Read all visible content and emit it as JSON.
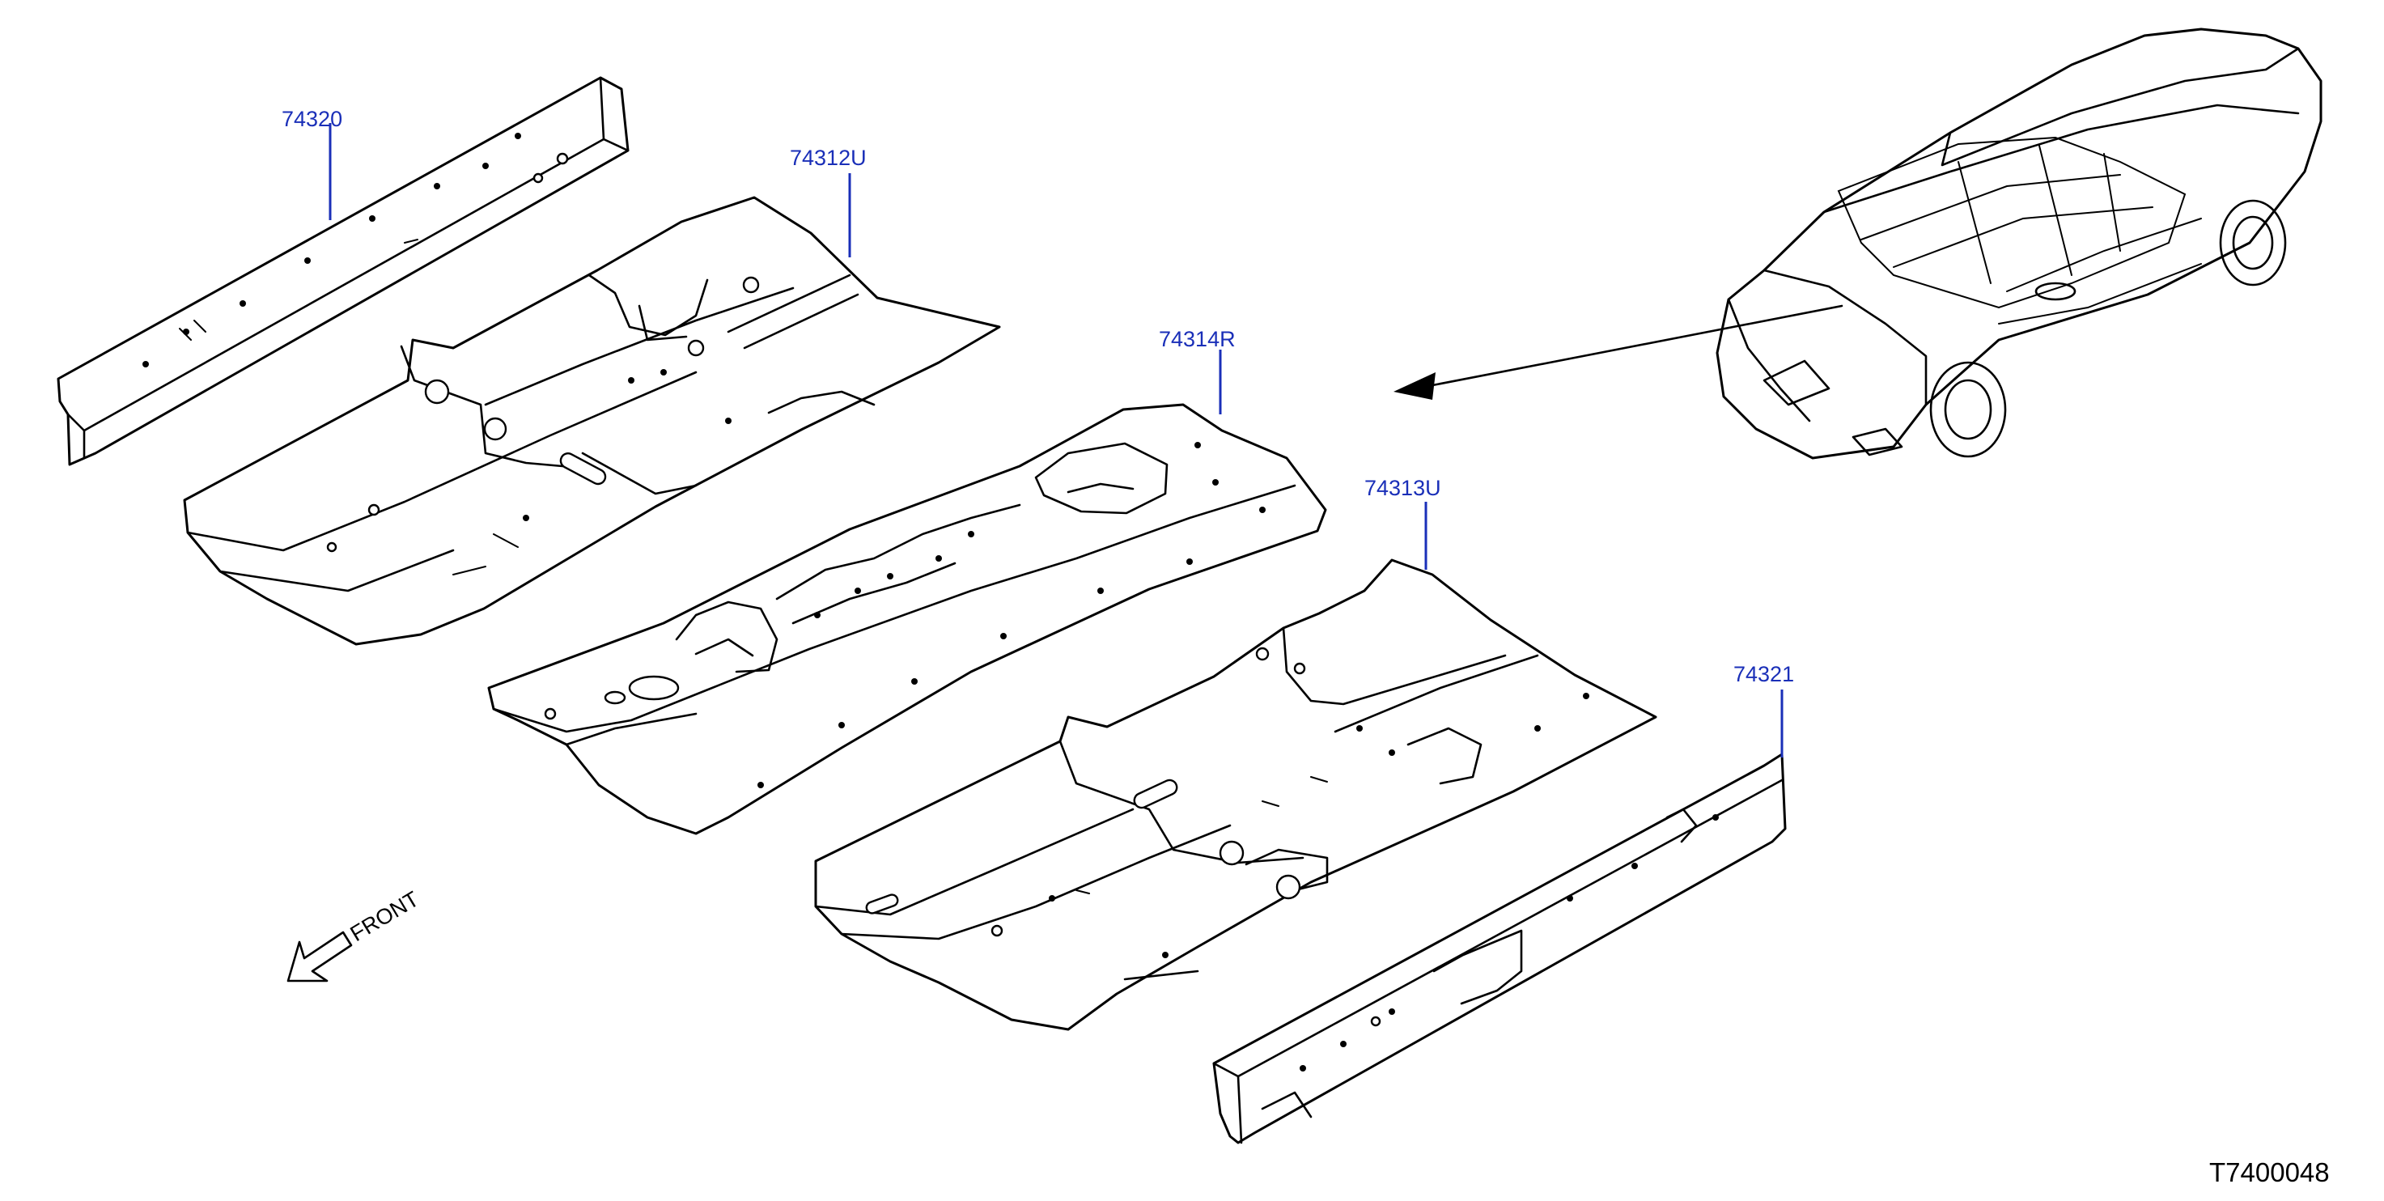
{
  "parts": [
    {
      "id": "74320",
      "label": "74320",
      "name": "front-floor-side-member-left"
    },
    {
      "id": "74312U",
      "label": "74312U",
      "name": "front-floor-panel-left"
    },
    {
      "id": "74314R",
      "label": "74314R",
      "name": "center-floor-tunnel-panel"
    },
    {
      "id": "74313U",
      "label": "74313U",
      "name": "front-floor-panel-right"
    },
    {
      "id": "74321",
      "label": "74321",
      "name": "front-floor-side-member-right"
    }
  ],
  "direction": {
    "label": "FRONT",
    "icon": "front-direction-arrow-icon"
  },
  "reference_code": "T7400048",
  "colors": {
    "callout": "#1a2fb8",
    "line": "#000000",
    "background": "#ffffff"
  }
}
